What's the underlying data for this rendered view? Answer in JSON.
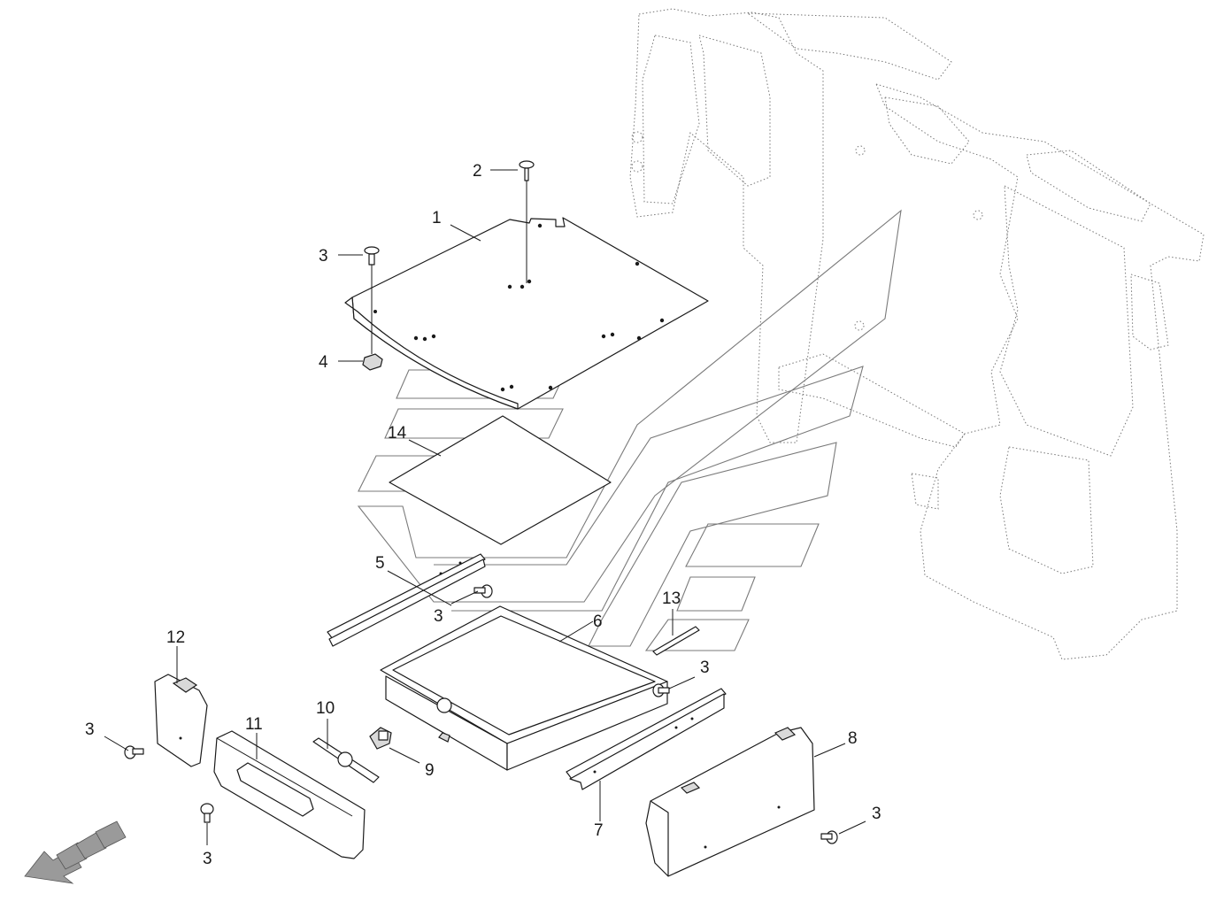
{
  "diagram": {
    "callouts": [
      {
        "id": "c1",
        "label": "1"
      },
      {
        "id": "c2",
        "label": "2"
      },
      {
        "id": "c3a",
        "label": "3"
      },
      {
        "id": "c4",
        "label": "4"
      },
      {
        "id": "c14",
        "label": "14"
      },
      {
        "id": "c5",
        "label": "5"
      },
      {
        "id": "c3b",
        "label": "3"
      },
      {
        "id": "c6",
        "label": "6"
      },
      {
        "id": "c13",
        "label": "13"
      },
      {
        "id": "c12",
        "label": "12"
      },
      {
        "id": "c11",
        "label": "11"
      },
      {
        "id": "c10",
        "label": "10"
      },
      {
        "id": "c9",
        "label": "9"
      },
      {
        "id": "c3c",
        "label": "3"
      },
      {
        "id": "c3d",
        "label": "3"
      },
      {
        "id": "c3e",
        "label": "3"
      },
      {
        "id": "c7",
        "label": "7"
      },
      {
        "id": "c8",
        "label": "8"
      },
      {
        "id": "c3f",
        "label": "3"
      }
    ]
  }
}
